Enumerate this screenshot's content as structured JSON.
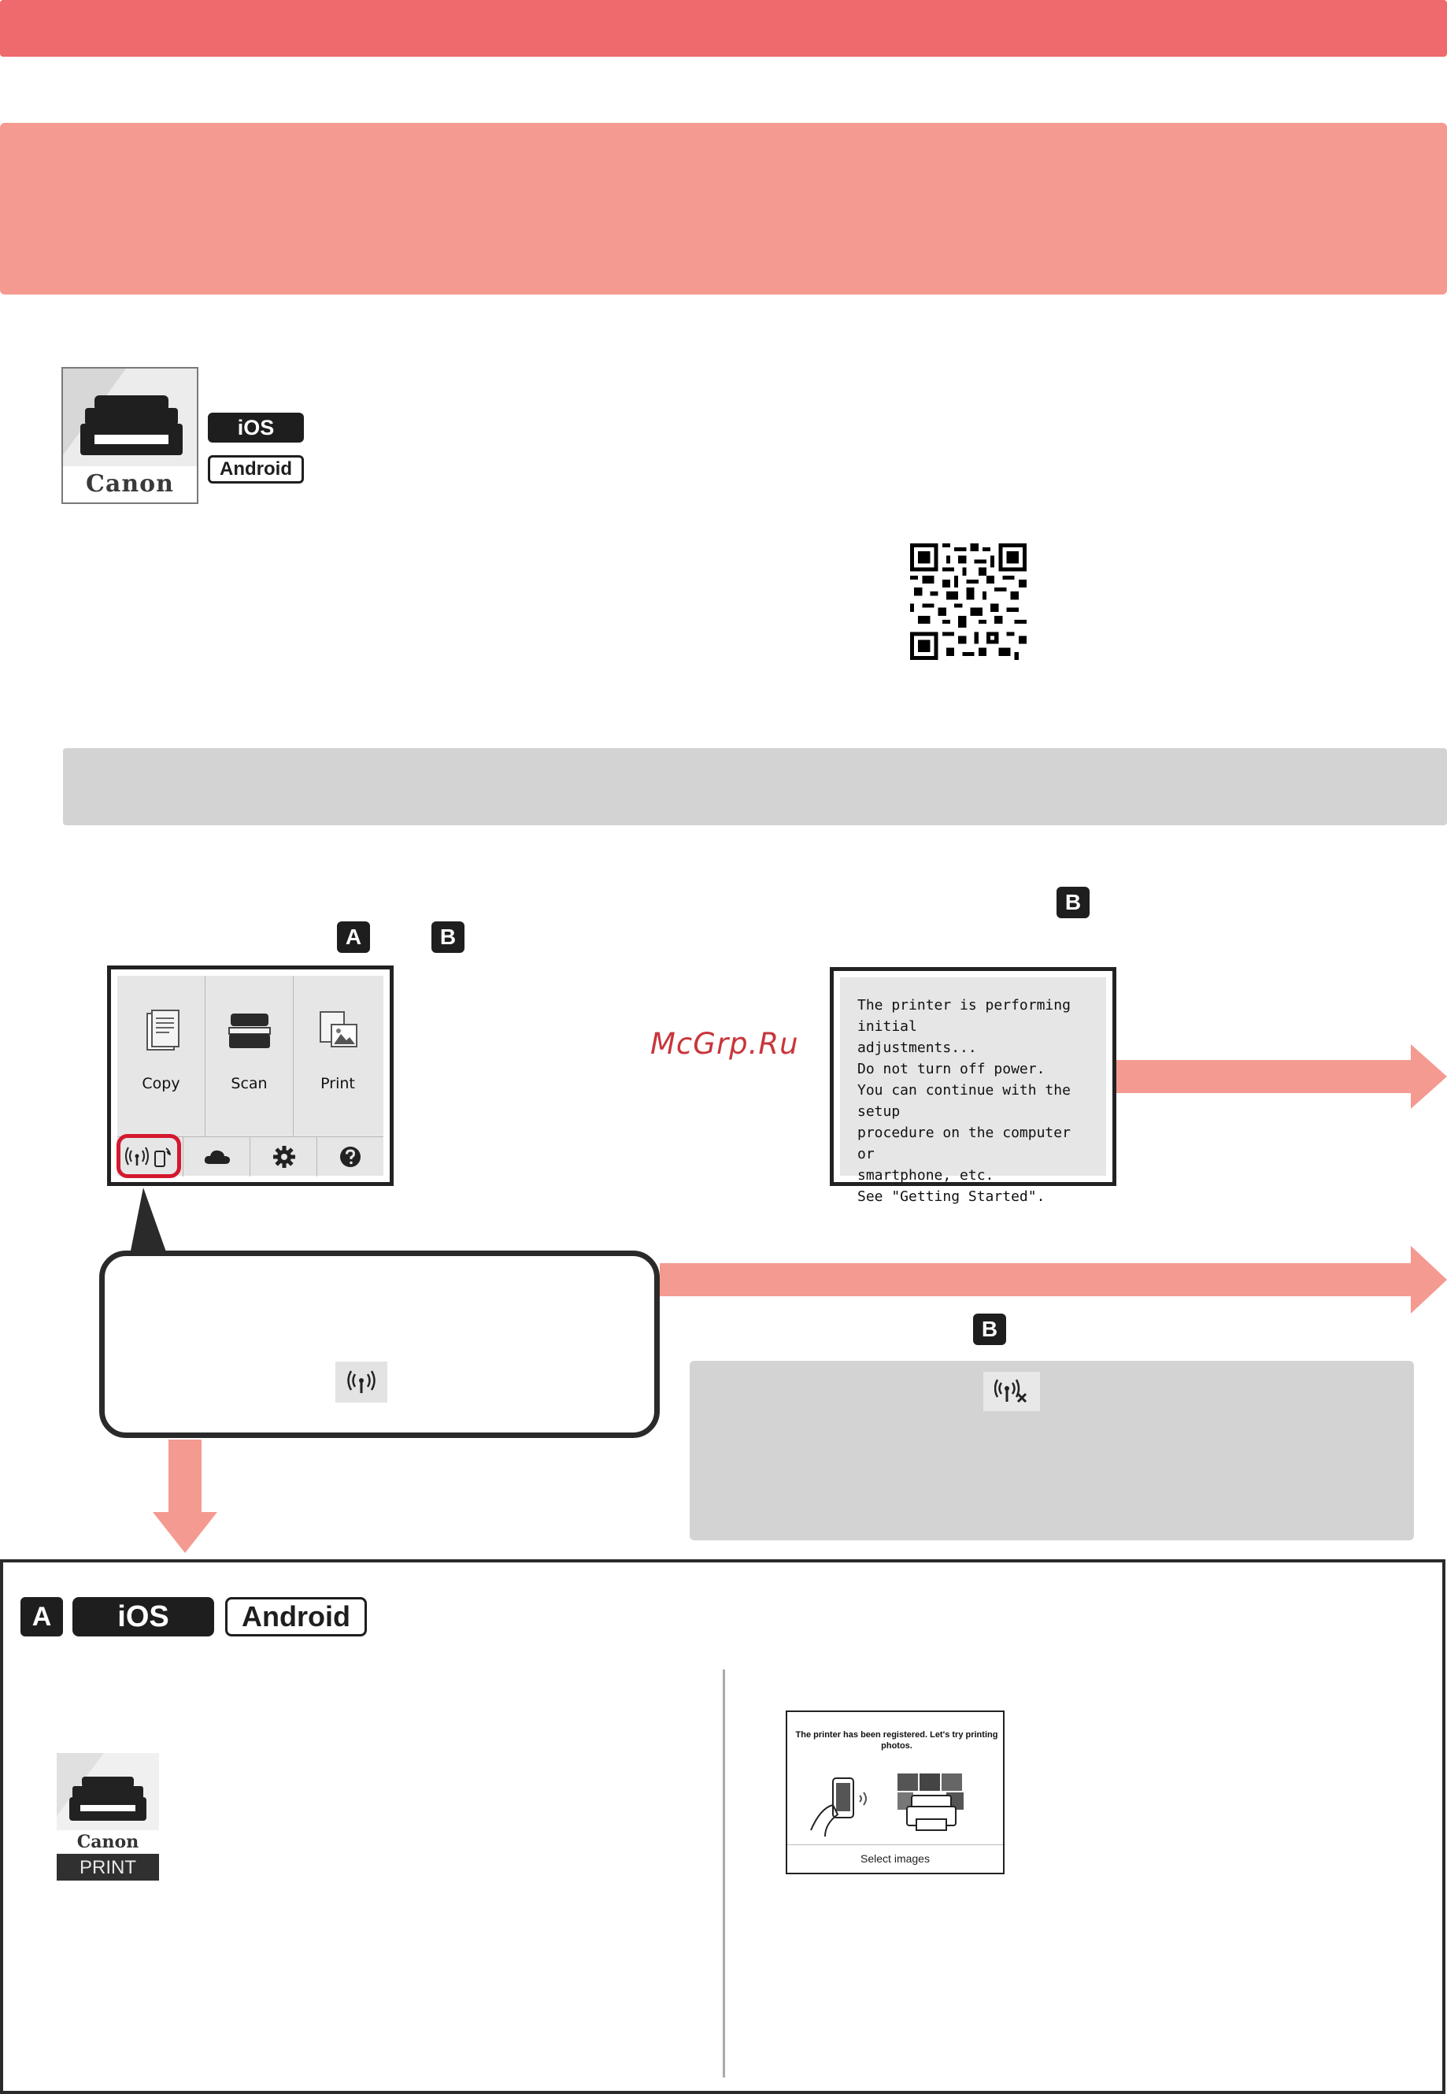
{
  "app_badges": {
    "ios": "iOS",
    "android": "Android"
  },
  "app_icon": {
    "brand": "Canon",
    "print_label": "PRINT"
  },
  "panel": {
    "tiles": [
      {
        "label": "Copy"
      },
      {
        "label": "Scan"
      },
      {
        "label": "Print"
      }
    ]
  },
  "letters": {
    "a": "A",
    "b": "B"
  },
  "screen2": {
    "lines": [
      "The printer is performing initial",
      "adjustments...",
      "Do not turn off power.",
      "You can continue with the setup",
      "procedure on the computer or",
      "smartphone, etc.",
      "See \"Getting Started\"."
    ]
  },
  "watermark": "McGrp.Ru",
  "phone_screen": {
    "title": "The printer has been registered. Let's try printing photos.",
    "select": "Select images"
  },
  "colors": {
    "band_dark": "#ee6a6c",
    "band_light": "#f49a91",
    "arrow": "#f49a91",
    "highlight": "#d4182e",
    "grey": "#d3d3d3"
  }
}
